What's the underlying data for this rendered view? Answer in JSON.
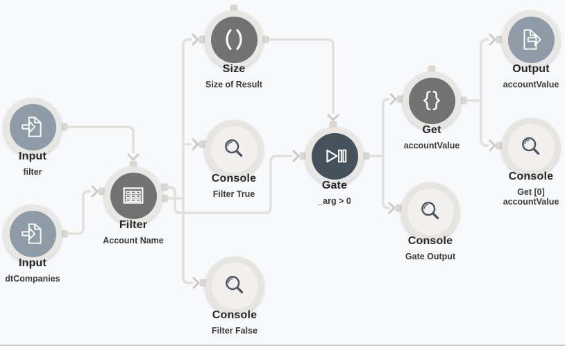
{
  "canvas": {
    "background_color": "#f8f9fb",
    "wire_color": "#e2e0dd",
    "bottom_border_color": "#c9c9c9"
  },
  "palette": {
    "io_node_color": "#8d9ca7",
    "step_node_color": "#727272",
    "gate_node_color": "#45525c",
    "console_node_fill": "#f1f0ee",
    "node_ring_color": "#e9e7e4",
    "console_icon_color": "#4a5560",
    "label_color": "#272727",
    "sublabel_color": "#3a3a3a"
  },
  "nodes": [
    {
      "id": "input-filter",
      "label": "Input",
      "sublabel": "filter",
      "icon": "document-import-icon",
      "variant": "io"
    },
    {
      "id": "input-dtcompanies",
      "label": "Input",
      "sublabel": "dtCompanies",
      "icon": "document-import-icon",
      "variant": "io"
    },
    {
      "id": "filter",
      "label": "Filter",
      "sublabel": "Account Name",
      "icon": "table-icon",
      "variant": "step"
    },
    {
      "id": "size",
      "label": "Size",
      "sublabel": "Size of Result",
      "icon": "parentheses-icon",
      "variant": "step"
    },
    {
      "id": "console-filter-true",
      "label": "Console",
      "sublabel": "Filter True",
      "icon": "magnifier-icon",
      "variant": "console"
    },
    {
      "id": "console-filter-false",
      "label": "Console",
      "sublabel": "Filter False",
      "icon": "magnifier-icon",
      "variant": "console"
    },
    {
      "id": "gate",
      "label": "Gate",
      "sublabel": "_arg > 0",
      "icon": "play-pause-icon",
      "variant": "gate"
    },
    {
      "id": "get",
      "label": "Get",
      "sublabel": "accountValue",
      "icon": "braces-icon",
      "variant": "step"
    },
    {
      "id": "console-gate-output",
      "label": "Console",
      "sublabel": "Gate Output",
      "icon": "magnifier-icon",
      "variant": "console"
    },
    {
      "id": "output",
      "label": "Output",
      "sublabel": "accountValue",
      "icon": "document-export-icon",
      "variant": "io"
    },
    {
      "id": "console-get0",
      "label": "Console",
      "sublabel": "Get [0]",
      "sublabel2": "accountValue",
      "icon": "magnifier-icon",
      "variant": "console"
    }
  ],
  "edges": [
    {
      "from": "input-filter",
      "to": "filter"
    },
    {
      "from": "input-dtcompanies",
      "to": "filter"
    },
    {
      "from": "filter",
      "to": "size"
    },
    {
      "from": "filter",
      "to": "console-filter-true"
    },
    {
      "from": "filter",
      "to": "console-filter-false"
    },
    {
      "from": "filter",
      "to": "gate"
    },
    {
      "from": "size",
      "to": "gate"
    },
    {
      "from": "gate",
      "to": "get"
    },
    {
      "from": "gate",
      "to": "console-gate-output"
    },
    {
      "from": "get",
      "to": "output"
    },
    {
      "from": "get",
      "to": "console-get0"
    }
  ]
}
